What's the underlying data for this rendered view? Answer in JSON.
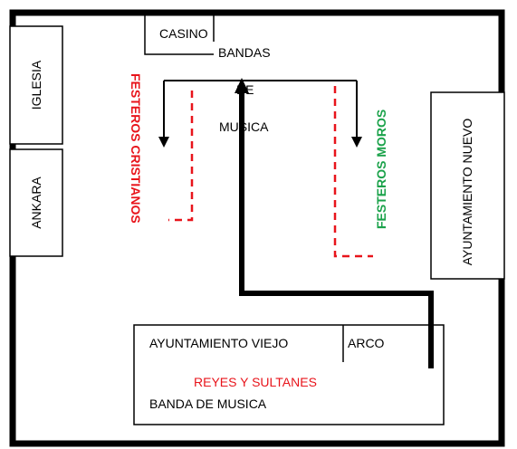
{
  "labels": {
    "casino": "CASINO",
    "bandas": "BANDAS",
    "de": "DE",
    "musica": "MUSICA",
    "iglesia": "IGLESIA",
    "ankara": "ANKARA",
    "festeros_cristianos": "FESTEROS CRISTIANOS",
    "festeros_moros": "FESTEROS MOROS",
    "ayuntamiento_nuevo": "AYUNTAMIENTO NUEVO",
    "ayuntamiento_viejo": "AYUNTAMIENTO VIEJO",
    "arco": "ARCO",
    "reyes_y_sultanes": "REYES Y SULTANES",
    "banda_de_musica": "BANDA DE MUSICA"
  },
  "colors": {
    "border": "#000000",
    "cristianos": "#e8141b",
    "moros": "#1aa24a",
    "reyes": "#e8141b",
    "dashed_path": "#e8141b"
  }
}
